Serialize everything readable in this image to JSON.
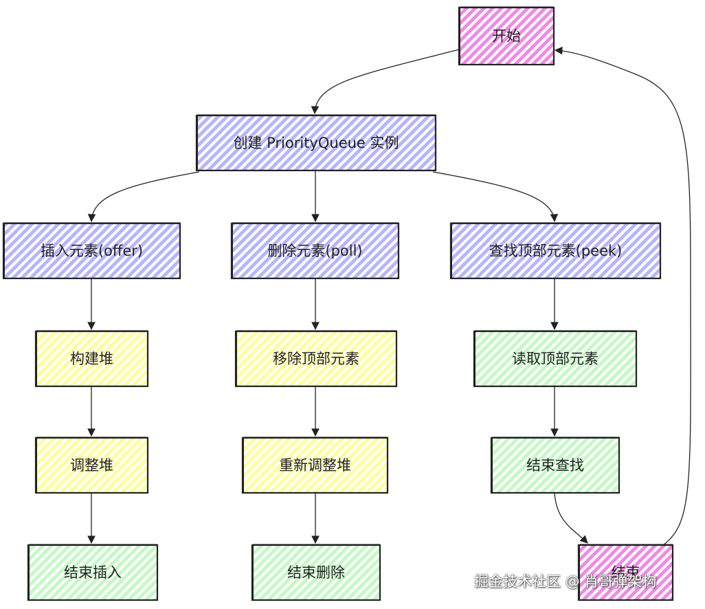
{
  "colors": {
    "start_end": "#f08ae6",
    "process": "#b7b5fb",
    "step": "#fdfd9c",
    "finish": "#c4f9c4",
    "stroke": "#222222"
  },
  "nodes": [
    {
      "id": "start",
      "label": "开始",
      "style": "start_end"
    },
    {
      "id": "create",
      "label": "创建 PriorityQueue 实例",
      "style": "process"
    },
    {
      "id": "offer",
      "label": "插入元素(offer)",
      "style": "process"
    },
    {
      "id": "poll",
      "label": "删除元素(poll)",
      "style": "process"
    },
    {
      "id": "peek",
      "label": "查找顶部元素(peek)",
      "style": "process"
    },
    {
      "id": "build_heap",
      "label": "构建堆",
      "style": "step"
    },
    {
      "id": "remove_top",
      "label": "移除顶部元素",
      "style": "step"
    },
    {
      "id": "read_top",
      "label": "读取顶部元素",
      "style": "finish"
    },
    {
      "id": "adjust_heap",
      "label": "调整堆",
      "style": "step"
    },
    {
      "id": "readjust_heap",
      "label": "重新调整堆",
      "style": "step"
    },
    {
      "id": "end_find",
      "label": "结束查找",
      "style": "finish"
    },
    {
      "id": "end_insert",
      "label": "结束插入",
      "style": "finish"
    },
    {
      "id": "end_delete",
      "label": "结束删除",
      "style": "finish"
    },
    {
      "id": "end",
      "label": "结束",
      "style": "start_end"
    }
  ],
  "edges": [
    {
      "from": "start",
      "to": "create"
    },
    {
      "from": "create",
      "to": "offer"
    },
    {
      "from": "create",
      "to": "poll"
    },
    {
      "from": "create",
      "to": "peek"
    },
    {
      "from": "offer",
      "to": "build_heap"
    },
    {
      "from": "build_heap",
      "to": "adjust_heap"
    },
    {
      "from": "adjust_heap",
      "to": "end_insert"
    },
    {
      "from": "poll",
      "to": "remove_top"
    },
    {
      "from": "remove_top",
      "to": "readjust_heap"
    },
    {
      "from": "readjust_heap",
      "to": "end_delete"
    },
    {
      "from": "peek",
      "to": "read_top"
    },
    {
      "from": "read_top",
      "to": "end_find"
    },
    {
      "from": "end_find",
      "to": "end"
    },
    {
      "from": "end",
      "to": "start"
    }
  ],
  "watermark": "掘金技术社区 @ 肖哥弹架构"
}
